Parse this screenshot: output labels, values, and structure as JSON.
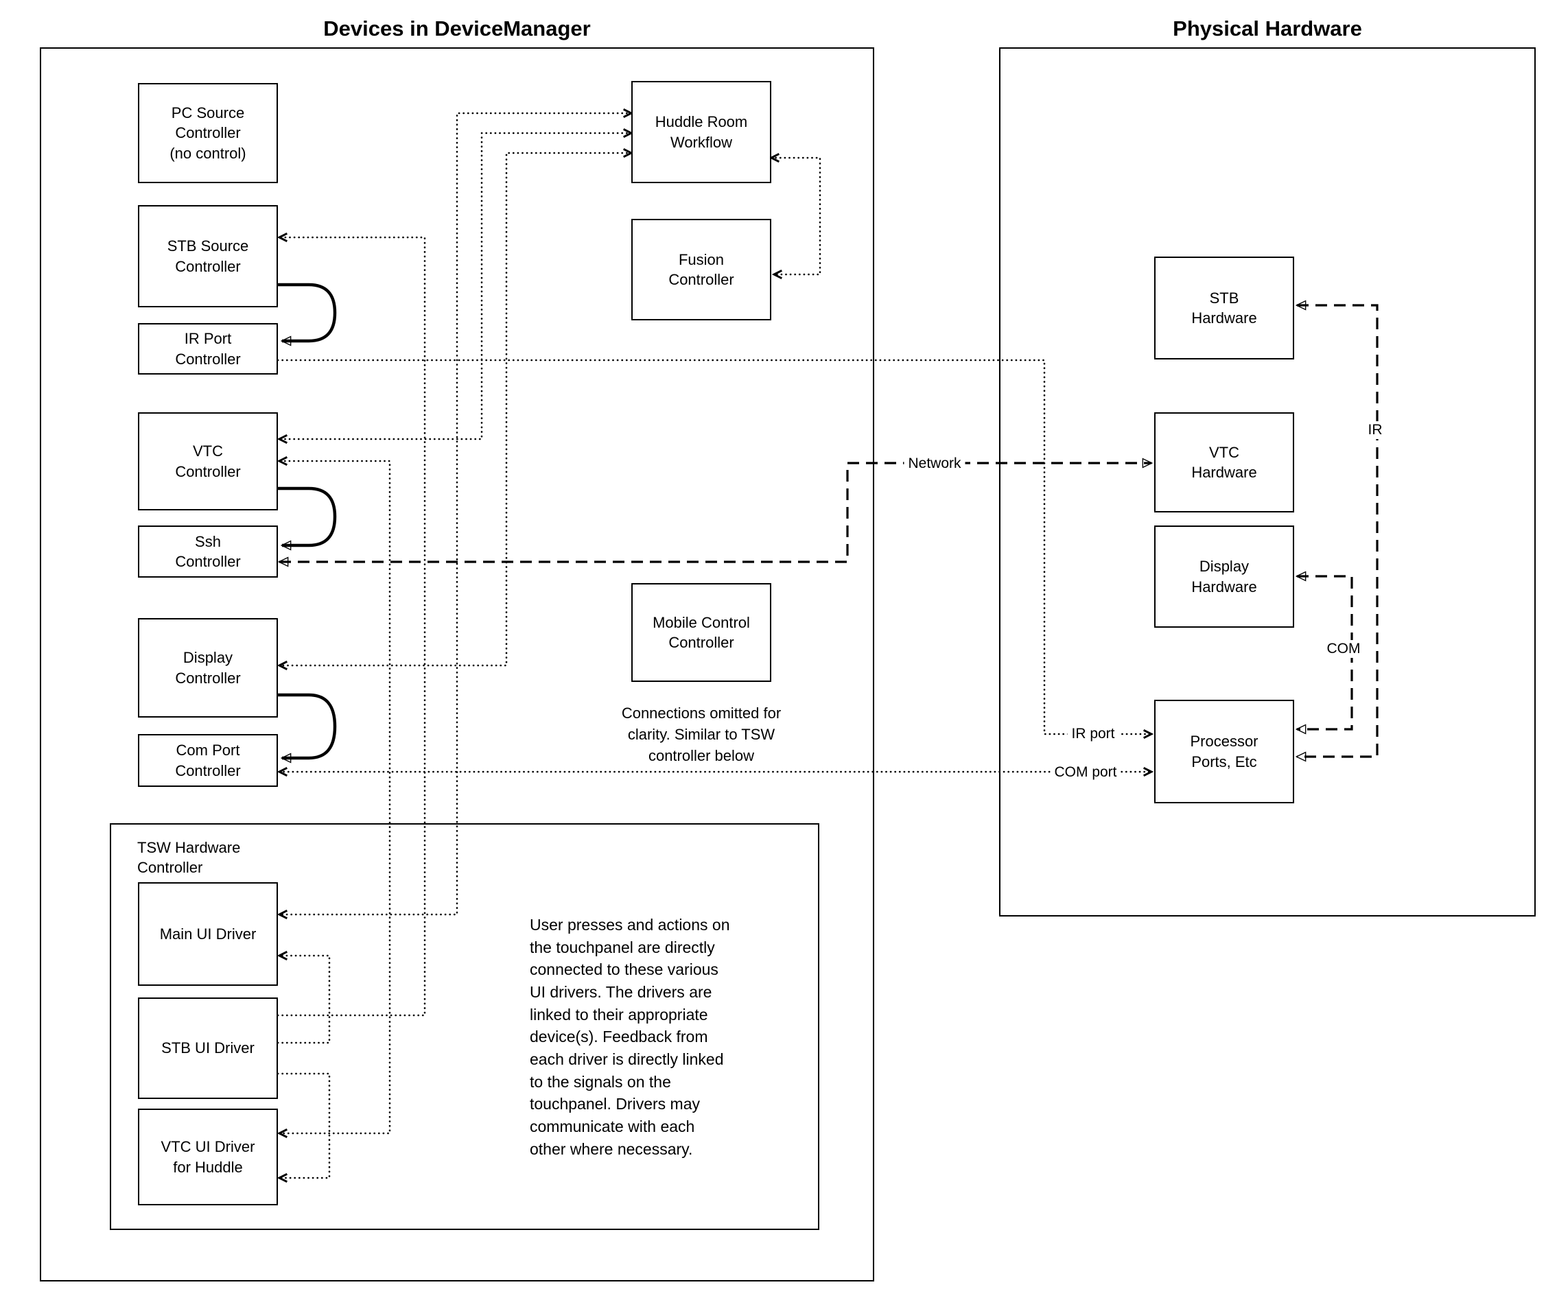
{
  "titles": {
    "left": "Devices in DeviceManager",
    "right": "Physical Hardware"
  },
  "device_manager": {
    "pc_source": "PC Source\nController\n(no control)",
    "stb_source": "STB Source\nController",
    "ir_port": "IR Port\nController",
    "vtc": "VTC\nController",
    "ssh": "Ssh\nController",
    "display": "Display\nController",
    "com_port": "Com Port\nController",
    "huddle": "Huddle Room\nWorkflow",
    "fusion": "Fusion\nController",
    "mobile": "Mobile Control\nController",
    "mobile_note": "Connections omitted for\nclarity. Similar to TSW\ncontroller below",
    "tsw": {
      "label": "TSW Hardware\nController",
      "main_ui": "Main UI Driver",
      "stb_ui": "STB UI Driver",
      "vtc_ui": "VTC UI Driver\nfor Huddle",
      "note": "User presses and actions on\nthe touchpanel are directly\nconnected to these various\nUI drivers.  The drivers are\nlinked to their appropriate\ndevice(s). Feedback from\neach driver is directly linked\nto the signals on the\ntouchpanel. Drivers may\ncommunicate with each\nother where necessary."
    }
  },
  "hardware": {
    "stb": "STB\nHardware",
    "vtc": "VTC\nHardware",
    "display": "Display\nHardware",
    "processor": "Processor\nPorts, Etc"
  },
  "wire_labels": {
    "network": "Network",
    "ir": "IR",
    "com": "COM",
    "ir_port": "IR port",
    "com_port": "COM port"
  },
  "colors": {
    "line": "#000000",
    "background": "#ffffff"
  }
}
